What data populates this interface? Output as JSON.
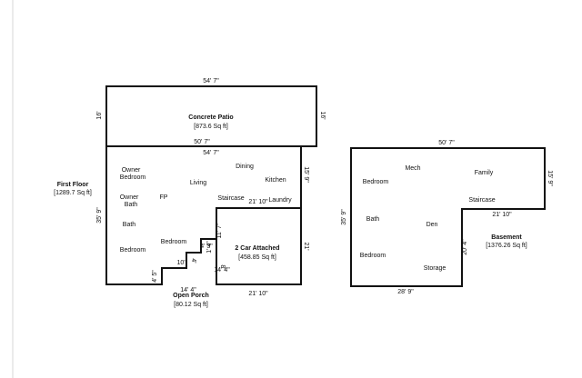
{
  "sections": {
    "first_floor": {
      "name": "First Floor",
      "area": "[1289.7 Sq ft]"
    },
    "concrete_patio": {
      "name": "Concrete Patio",
      "area": "[873.6 Sq ft]"
    },
    "garage": {
      "name": "2 Car Attached",
      "area": "[458.85 Sq ft]"
    },
    "open_porch": {
      "name": "Open Porch",
      "area": "[80.12 Sq ft]"
    },
    "basement": {
      "name": "Basement",
      "area": "[1376.26 Sq ft]"
    }
  },
  "dimensions": {
    "patio_top": "54' 7\"",
    "patio_left": "16'",
    "patio_right": "16'",
    "patio_bottom": "50' 7\"",
    "floor_top": "54' 7\"",
    "floor_left": "35' 9\"",
    "floor_right": "15' 9\"",
    "stair_offset": "21' 10\"",
    "garage_right": "21'",
    "garage_bottom": "21' 10\"",
    "garage_inner": "11' 7\"",
    "porch_step_a": "4' 3\"",
    "porch_step_b": "4'",
    "porch_step_c": "1' 4\"",
    "porch_top": "10'",
    "porch_inner": "4'",
    "porch_side": "8'",
    "porch_left": "4' 5\"",
    "porch_bottom": "14' 4\"",
    "porch_small": "14' 4\"",
    "base_top": "50' 7\"",
    "base_left": "35' 9\"",
    "base_right": "15' 9\"",
    "base_step": "21' 10\"",
    "base_inner": "20' 4\"",
    "base_bottom": "28' 9\""
  },
  "rooms": {
    "owner_bedroom": [
      "Owner",
      "Bedroom"
    ],
    "owner_bath": [
      "Owner",
      "Bath"
    ],
    "fp": "FP",
    "living": "Living",
    "dining": "Dining",
    "kitchen": "Kitchen",
    "staircase": "Staircase",
    "laundry": "Laundry",
    "bath": "Bath",
    "bedroom_a": "Bedroom",
    "bedroom_b": "Bedroom",
    "mech": "Mech",
    "family": "Family",
    "base_bedroom_a": "Bedroom",
    "base_staircase": "Staircase",
    "base_bath": "Bath",
    "den": "Den",
    "base_bedroom_b": "Bedroom",
    "storage": "Storage"
  }
}
